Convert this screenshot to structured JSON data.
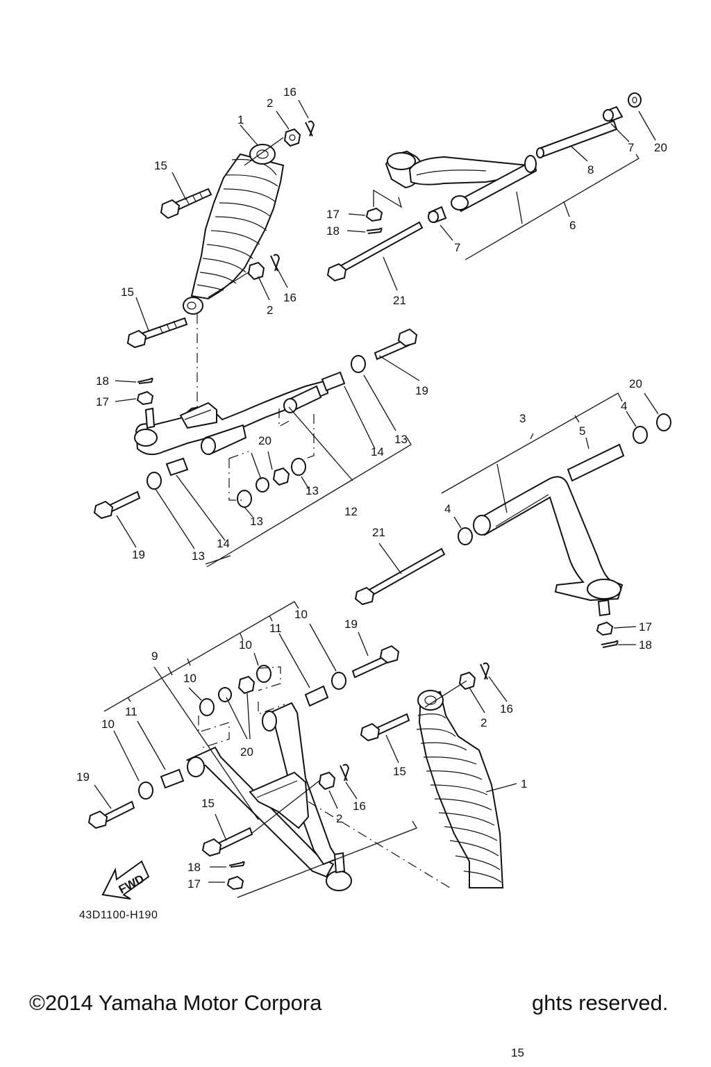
{
  "diagram": {
    "part_code": "43D1100-H190",
    "fwd_label": "FWD",
    "copyright_left": "©2014 Yamaha Motor Corpora",
    "copyright_right": "ghts reserved.",
    "footer_number": "15",
    "callouts": {
      "c01": "16",
      "c02": "2",
      "c03": "1",
      "c04": "15",
      "c05": "15",
      "c06": "16",
      "c07": "2",
      "c08": "17",
      "c09": "18",
      "c10": "21",
      "c11": "7",
      "c12": "6",
      "c13": "8",
      "c14": "7",
      "c15": "20",
      "c16": "18",
      "c17": "17",
      "c18": "20",
      "c19": "13",
      "c20": "13",
      "c21": "14",
      "c22": "12",
      "c23": "19",
      "c24": "13",
      "c25": "14",
      "c26": "13",
      "c27": "19",
      "c28": "20",
      "c29": "3",
      "c30": "4",
      "c31": "5",
      "c32": "4",
      "c33": "21",
      "c34": "17",
      "c35": "18",
      "c36": "10",
      "c37": "19",
      "c38": "11",
      "c39": "10",
      "c40": "9",
      "c41": "10",
      "c42": "20",
      "c43": "11",
      "c44": "10",
      "c45": "19",
      "c46": "15",
      "c47": "16",
      "c48": "2",
      "c49": "15",
      "c50": "1",
      "c51": "16",
      "c52": "2",
      "c53": "18",
      "c54": "17"
    }
  }
}
